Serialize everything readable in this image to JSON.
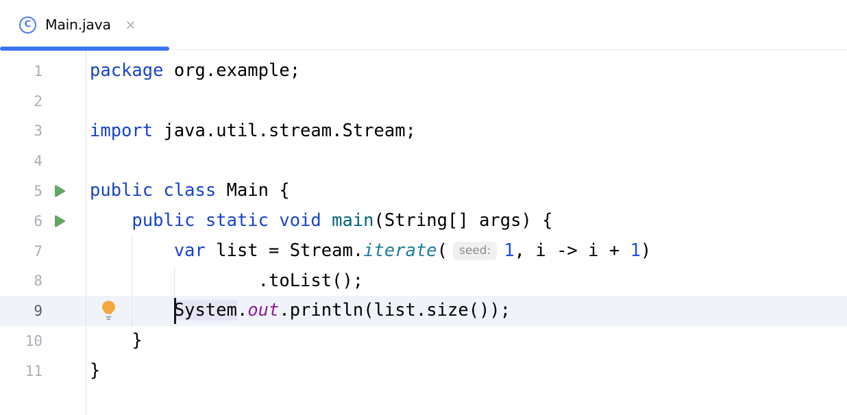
{
  "tab": {
    "title": "Main.java",
    "icon_letter": "C"
  },
  "colors": {
    "accent_blue": "#3B74F2",
    "keyword": "#1743CB",
    "number_literal": "#1750EB",
    "method_declaration": "#00627A",
    "static_method": "#1E7DA0",
    "static_field": "#8A1B9B",
    "current_line_bg": "#F0F4FA",
    "occurrence_bg": "#E6E4F6",
    "run_green": "#63A663",
    "bulb_yellow": "#F5A73B",
    "line_number": "#A9AEB8",
    "gutter_border": "#E4E6EA"
  },
  "editor": {
    "lines": [
      {
        "num": "1",
        "segments": [
          {
            "text": "package",
            "type": "kw"
          },
          {
            "text": " org.example;",
            "type": "plain"
          }
        ]
      },
      {
        "num": "2",
        "segments": []
      },
      {
        "num": "3",
        "segments": [
          {
            "text": "import",
            "type": "kw"
          },
          {
            "text": " java.util.stream.Stream;",
            "type": "plain"
          }
        ]
      },
      {
        "num": "4",
        "segments": []
      },
      {
        "num": "5",
        "run": true,
        "segments": [
          {
            "text": "public class",
            "type": "kw"
          },
          {
            "text": " Main {",
            "type": "plain"
          }
        ]
      },
      {
        "num": "6",
        "run": true,
        "segments": [
          {
            "text": "    ",
            "type": "plain"
          },
          {
            "text": "public static void ",
            "type": "kw"
          },
          {
            "text": "main",
            "type": "mdecl"
          },
          {
            "text": "(String[] args) {",
            "type": "plain"
          }
        ]
      },
      {
        "num": "7",
        "segments": [
          {
            "text": "        ",
            "type": "plain"
          },
          {
            "text": "var",
            "type": "kw"
          },
          {
            "text": " list = Stream.",
            "type": "plain"
          },
          {
            "text": "iterate",
            "type": "smeth"
          },
          {
            "text": "(",
            "type": "plain"
          },
          {
            "inlay": "seed:"
          },
          {
            "text": "1",
            "type": "numlit"
          },
          {
            "text": ", i -> i + ",
            "type": "plain"
          },
          {
            "text": "1",
            "type": "numlit"
          },
          {
            "text": ")",
            "type": "plain"
          }
        ]
      },
      {
        "num": "8",
        "segments": [
          {
            "text": "                .toList();",
            "type": "plain"
          }
        ]
      },
      {
        "num": "9",
        "current": true,
        "bulb": true,
        "caret": true,
        "segments": [
          {
            "text": "        ",
            "type": "plain"
          },
          {
            "text": "System",
            "type": "plain",
            "occurrence": true
          },
          {
            "text": ".",
            "type": "plain"
          },
          {
            "text": "out",
            "type": "sfield"
          },
          {
            "text": ".println(list.size());",
            "type": "plain"
          }
        ]
      },
      {
        "num": "10",
        "segments": [
          {
            "text": "    }",
            "type": "plain"
          }
        ]
      },
      {
        "num": "11",
        "segments": [
          {
            "text": "}",
            "type": "plain"
          }
        ]
      }
    ]
  }
}
